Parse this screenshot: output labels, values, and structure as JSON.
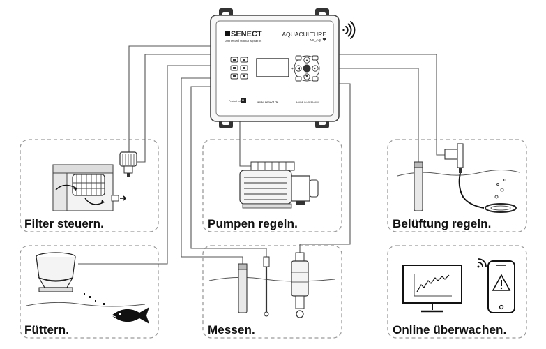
{
  "controller": {
    "brand": "SENECT",
    "tagline": "connected sensor systems",
    "product": "AQUACULTURE",
    "model": "NC_AQ",
    "website": "www.senect.de",
    "made_in": "MADE IN GERMANY",
    "qr_caption": "Product info"
  },
  "panels": {
    "filter": {
      "label": "Filter steuern."
    },
    "pumpen": {
      "label": "Pumpen regeln."
    },
    "belueftung": {
      "label": "Belüftung regeln."
    },
    "fuettern": {
      "label": "Füttern."
    },
    "messen": {
      "label": "Messen."
    },
    "online": {
      "label": "Online überwachen."
    }
  },
  "icons": [
    "wifi-signal-icon",
    "fish-icon",
    "warning-triangle-icon",
    "trend-chart-monitor-icon",
    "smartphone-icon",
    "pump-icon",
    "feeder-icon",
    "filter-drum-icon",
    "valve-icon",
    "air-diffuser-icon",
    "sensor-probe-icon"
  ],
  "colors": {
    "line": "#555555",
    "panel_border": "#9a9a9a",
    "text": "#111111"
  }
}
